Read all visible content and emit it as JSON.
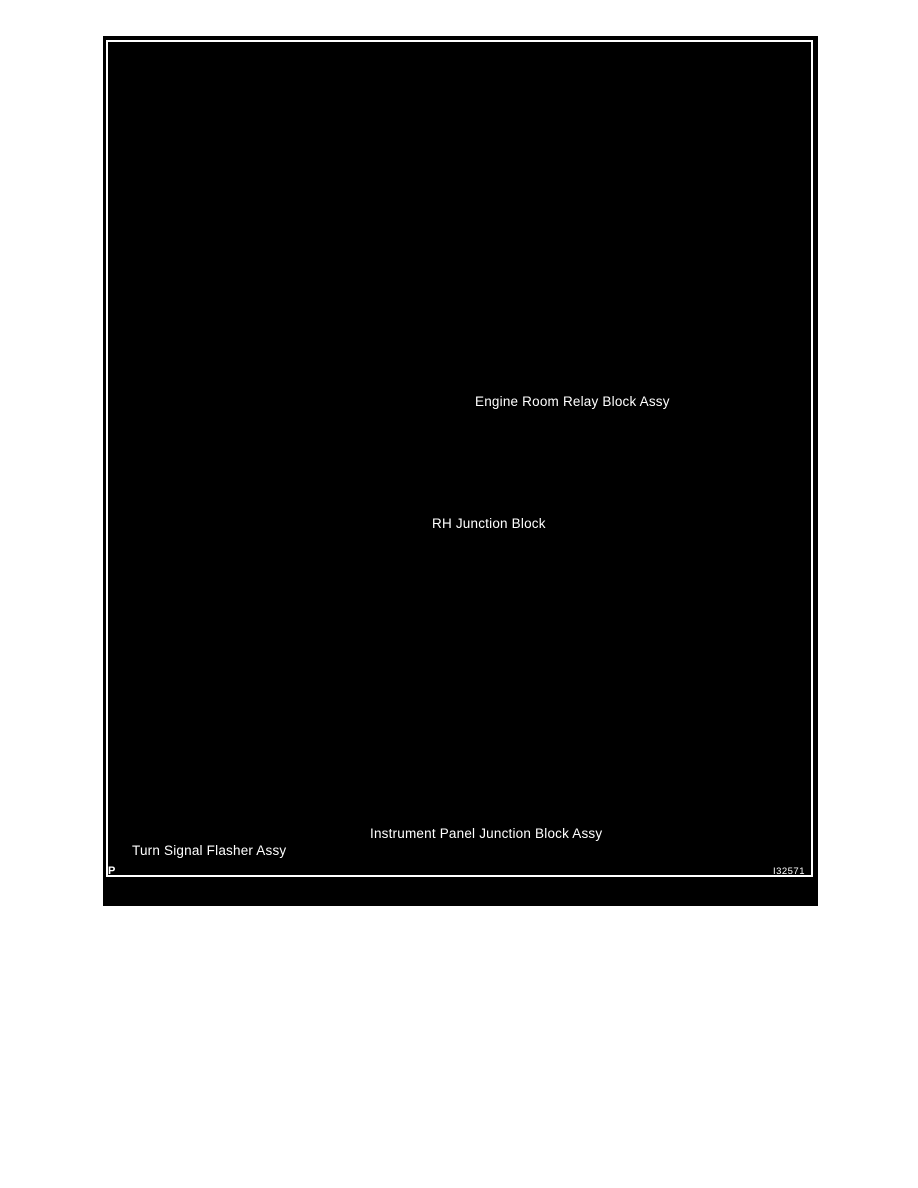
{
  "figure": {
    "page_marker": "P",
    "code": "I32571",
    "callouts": {
      "engine_relay": "Engine Room Relay Block Assy",
      "rh_junction": "RH Junction Block",
      "ip_junction": "Instrument Panel Junction Block Assy",
      "turn_flasher": "Turn Signal Flasher Assy"
    },
    "colors": {
      "plate_background": "#000000",
      "line_art": "#ffffff",
      "page_background": "#ffffff"
    }
  }
}
